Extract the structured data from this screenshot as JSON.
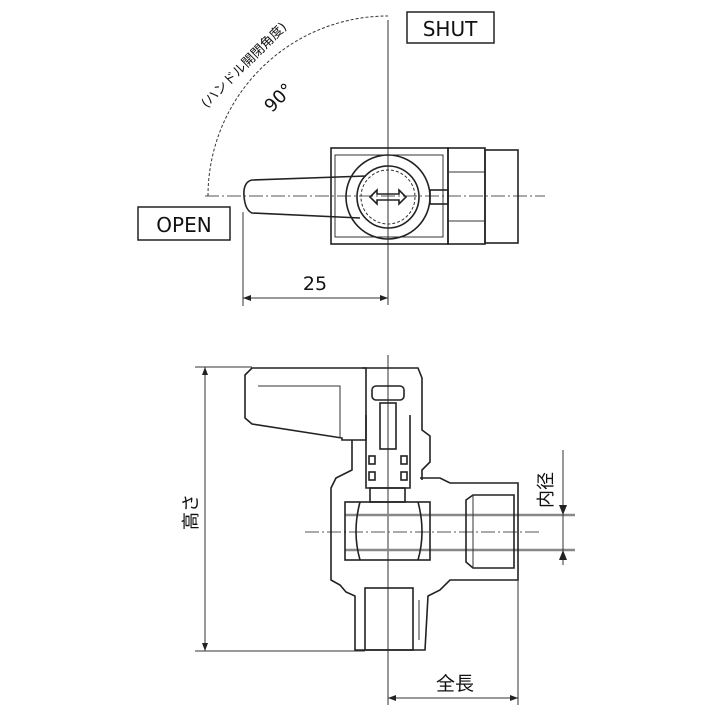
{
  "top_view": {
    "shut_label": "SHUT",
    "open_label": "OPEN",
    "angle_label": "90°",
    "angle_caption": "(ハンドル開閉角度)",
    "handle_dimension": "25"
  },
  "side_view": {
    "height_label": "高さ",
    "inner_diameter_label": "内径",
    "overall_length_label": "全長"
  }
}
